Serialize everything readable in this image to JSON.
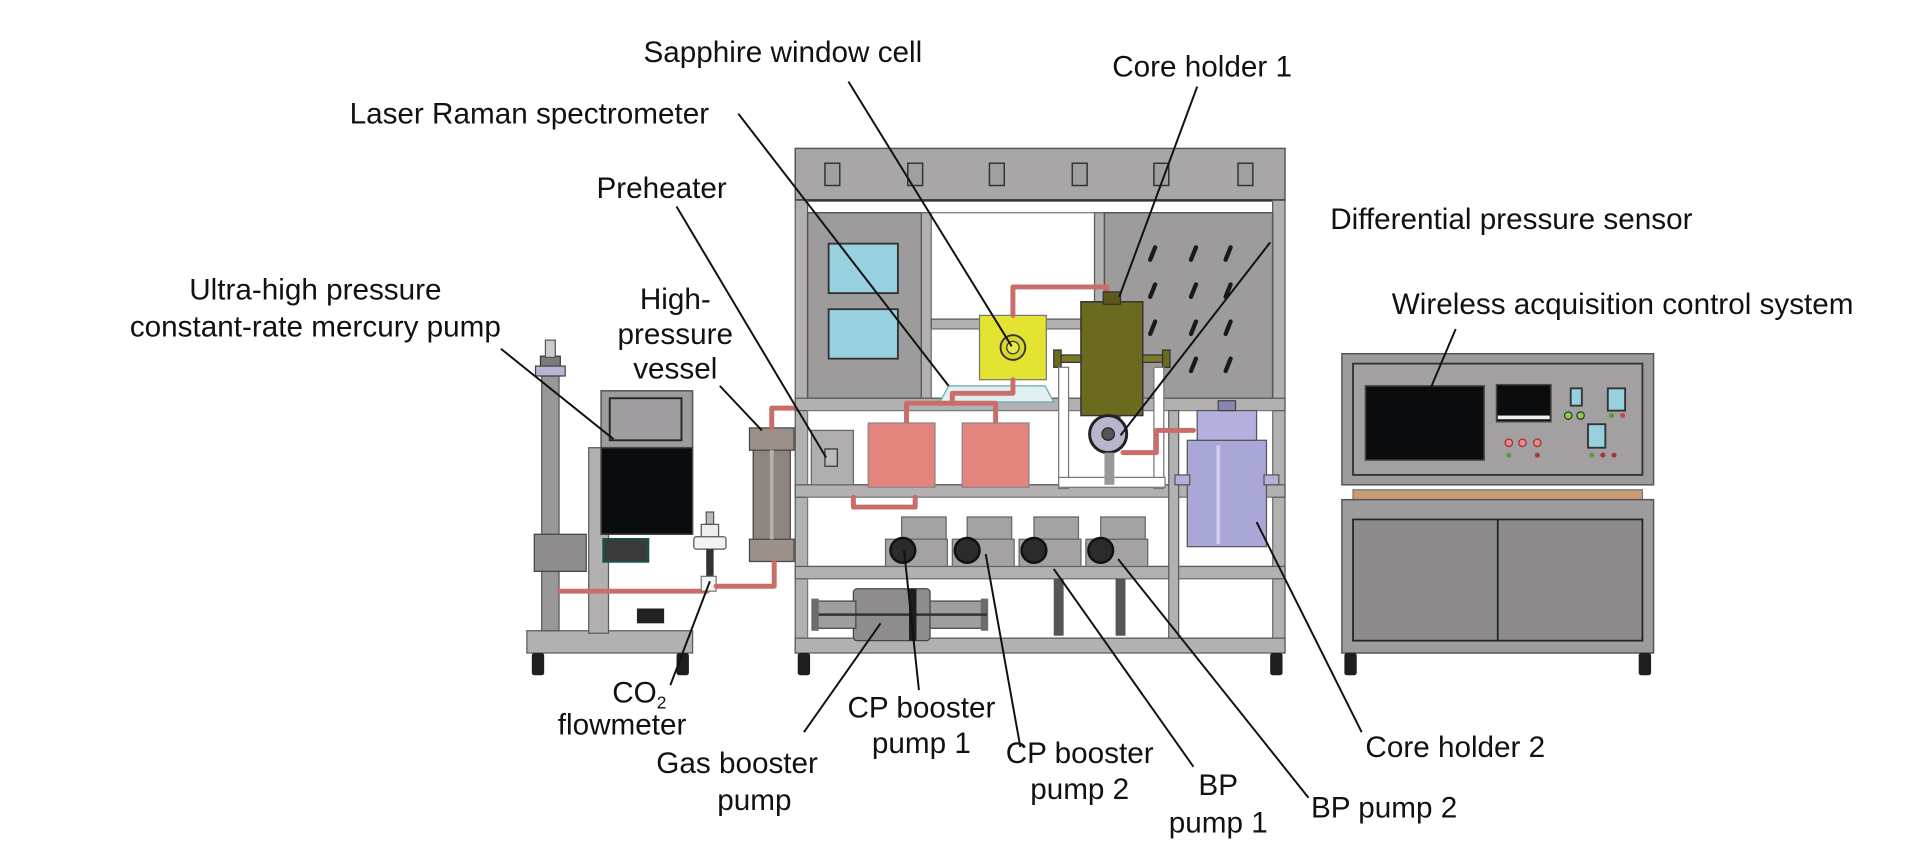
{
  "figure": {
    "type": "apparatus-schematic",
    "labels": {
      "sapphire_window_cell": "Sapphire window cell",
      "core_holder_1": "Core holder 1",
      "laser_raman": "Laser Raman spectrometer",
      "preheater": "Preheater",
      "differential_pressure_sensor": "Differential pressure sensor",
      "mercury_pump_line1": "Ultra-high pressure",
      "mercury_pump_line2": "constant-rate mercury pump",
      "hp_vessel_line1": "High-",
      "hp_vessel_line2": "pressure",
      "hp_vessel_line3": "vessel",
      "wireless_acq": "Wireless acquisition control system",
      "co2_main": "CO",
      "co2_sub": "2",
      "flowmeter": "flowmeter",
      "gas_booster_line1": "Gas booster",
      "gas_booster_line2": "pump",
      "cp_booster_1_line1": "CP booster",
      "cp_booster_1_line2": "pump 1",
      "cp_booster_2_line1": "CP booster",
      "cp_booster_2_line2": "pump 2",
      "bp_pump_1_line1": "BP",
      "bp_pump_1_line2": "pump 1",
      "bp_pump_2": "BP pump 2",
      "core_holder_2": "Core holder 2"
    },
    "colors": {
      "frame_gray": "#a9a6a8",
      "pipe_red": "#c96d6a",
      "sapphire_cell_yellow": "#e3e332",
      "core_holder_1_olive": "#6b6a1f",
      "core_holder_2_lavender": "#a9a6d8",
      "tank_salmon": "#e3847f",
      "screen_cyan": "#97d1df",
      "wood_strip": "#c79d78"
    }
  }
}
